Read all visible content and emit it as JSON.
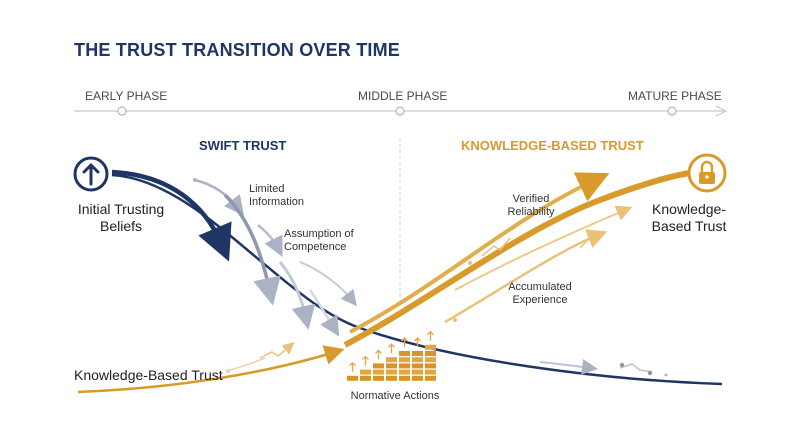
{
  "title": "THE TRUST TRANSITION OVER TIME",
  "phases": [
    "EARLY PHASE",
    "MIDDLE PHASE",
    "MATURE PHASE"
  ],
  "sections": {
    "left": "SWIFT TRUST",
    "right": "KNOWLEDGE-BASED TRUST"
  },
  "labels": {
    "initial": "Initial Trusting Beliefs",
    "limited": "Limited Information",
    "assumption": "Assumption of Competence",
    "verified": "Verified Reliability",
    "accumulated": "Accumulated Experience",
    "kb_left": "Knowledge-Based Trust",
    "kb_right": "Knowledge-Based Trust",
    "normative": "Normative Actions"
  },
  "icons": {
    "start": "up-arrow-icon",
    "end": "lock-icon"
  },
  "colors": {
    "navy": "#1f3564",
    "gold": "#d89a2a",
    "grey": "#9aa3b8",
    "line": "#c8c8c8"
  }
}
